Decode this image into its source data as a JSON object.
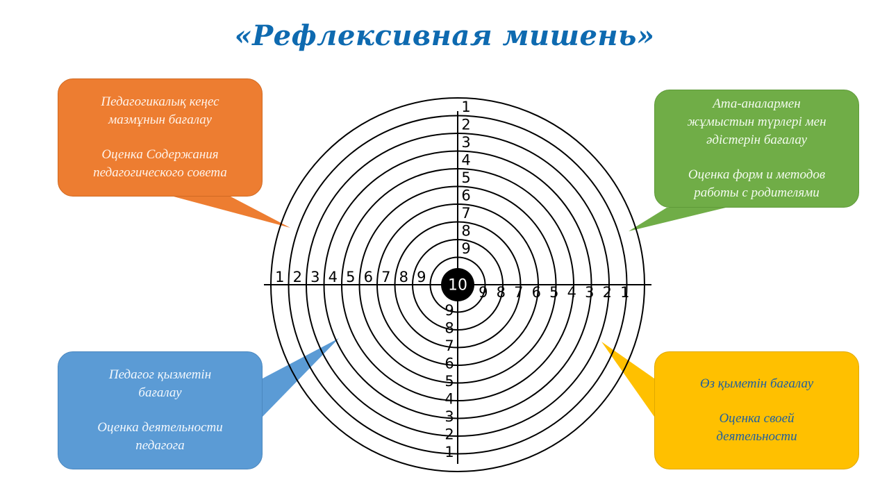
{
  "title": "«Рефлексивная мишень»",
  "target": {
    "center_label": "10",
    "ring_numbers_top": [
      "1",
      "2",
      "3",
      "4",
      "5",
      "6",
      "7",
      "8",
      "9"
    ],
    "ring_numbers_left": [
      "1",
      "2",
      "3",
      "4",
      "5",
      "6",
      "7",
      "8",
      "9"
    ],
    "ring_numbers_right": [
      "9",
      "8",
      "7",
      "6",
      "5",
      "4",
      "3",
      "2",
      "1"
    ],
    "ring_numbers_bottom": [
      "9",
      "8",
      "7",
      "6",
      "5",
      "4",
      "3",
      "2",
      "1"
    ]
  },
  "callouts": {
    "top_left": {
      "kazakh": "Педагогикалық кеңес\nмазмұнын бағалау",
      "russian": "Оценка Содержания\nпедагогического совета",
      "color": "#ed7d31"
    },
    "top_right": {
      "kazakh": "Ата-аналармен\nжұмыстын түрлері мен\nәдістерін бағалау",
      "russian": "Оценка форм и методов\nработы с родителями",
      "color": "#70ad47"
    },
    "bottom_left": {
      "kazakh": "Педагог қызметін\nбағалау",
      "russian": "Оценка деятельности\nпедагога",
      "color": "#5b9bd5"
    },
    "bottom_right": {
      "kazakh": "Өз қыметін бағалау",
      "russian": "Оценка своей\nдеятельности",
      "color": "#ffc000"
    }
  }
}
